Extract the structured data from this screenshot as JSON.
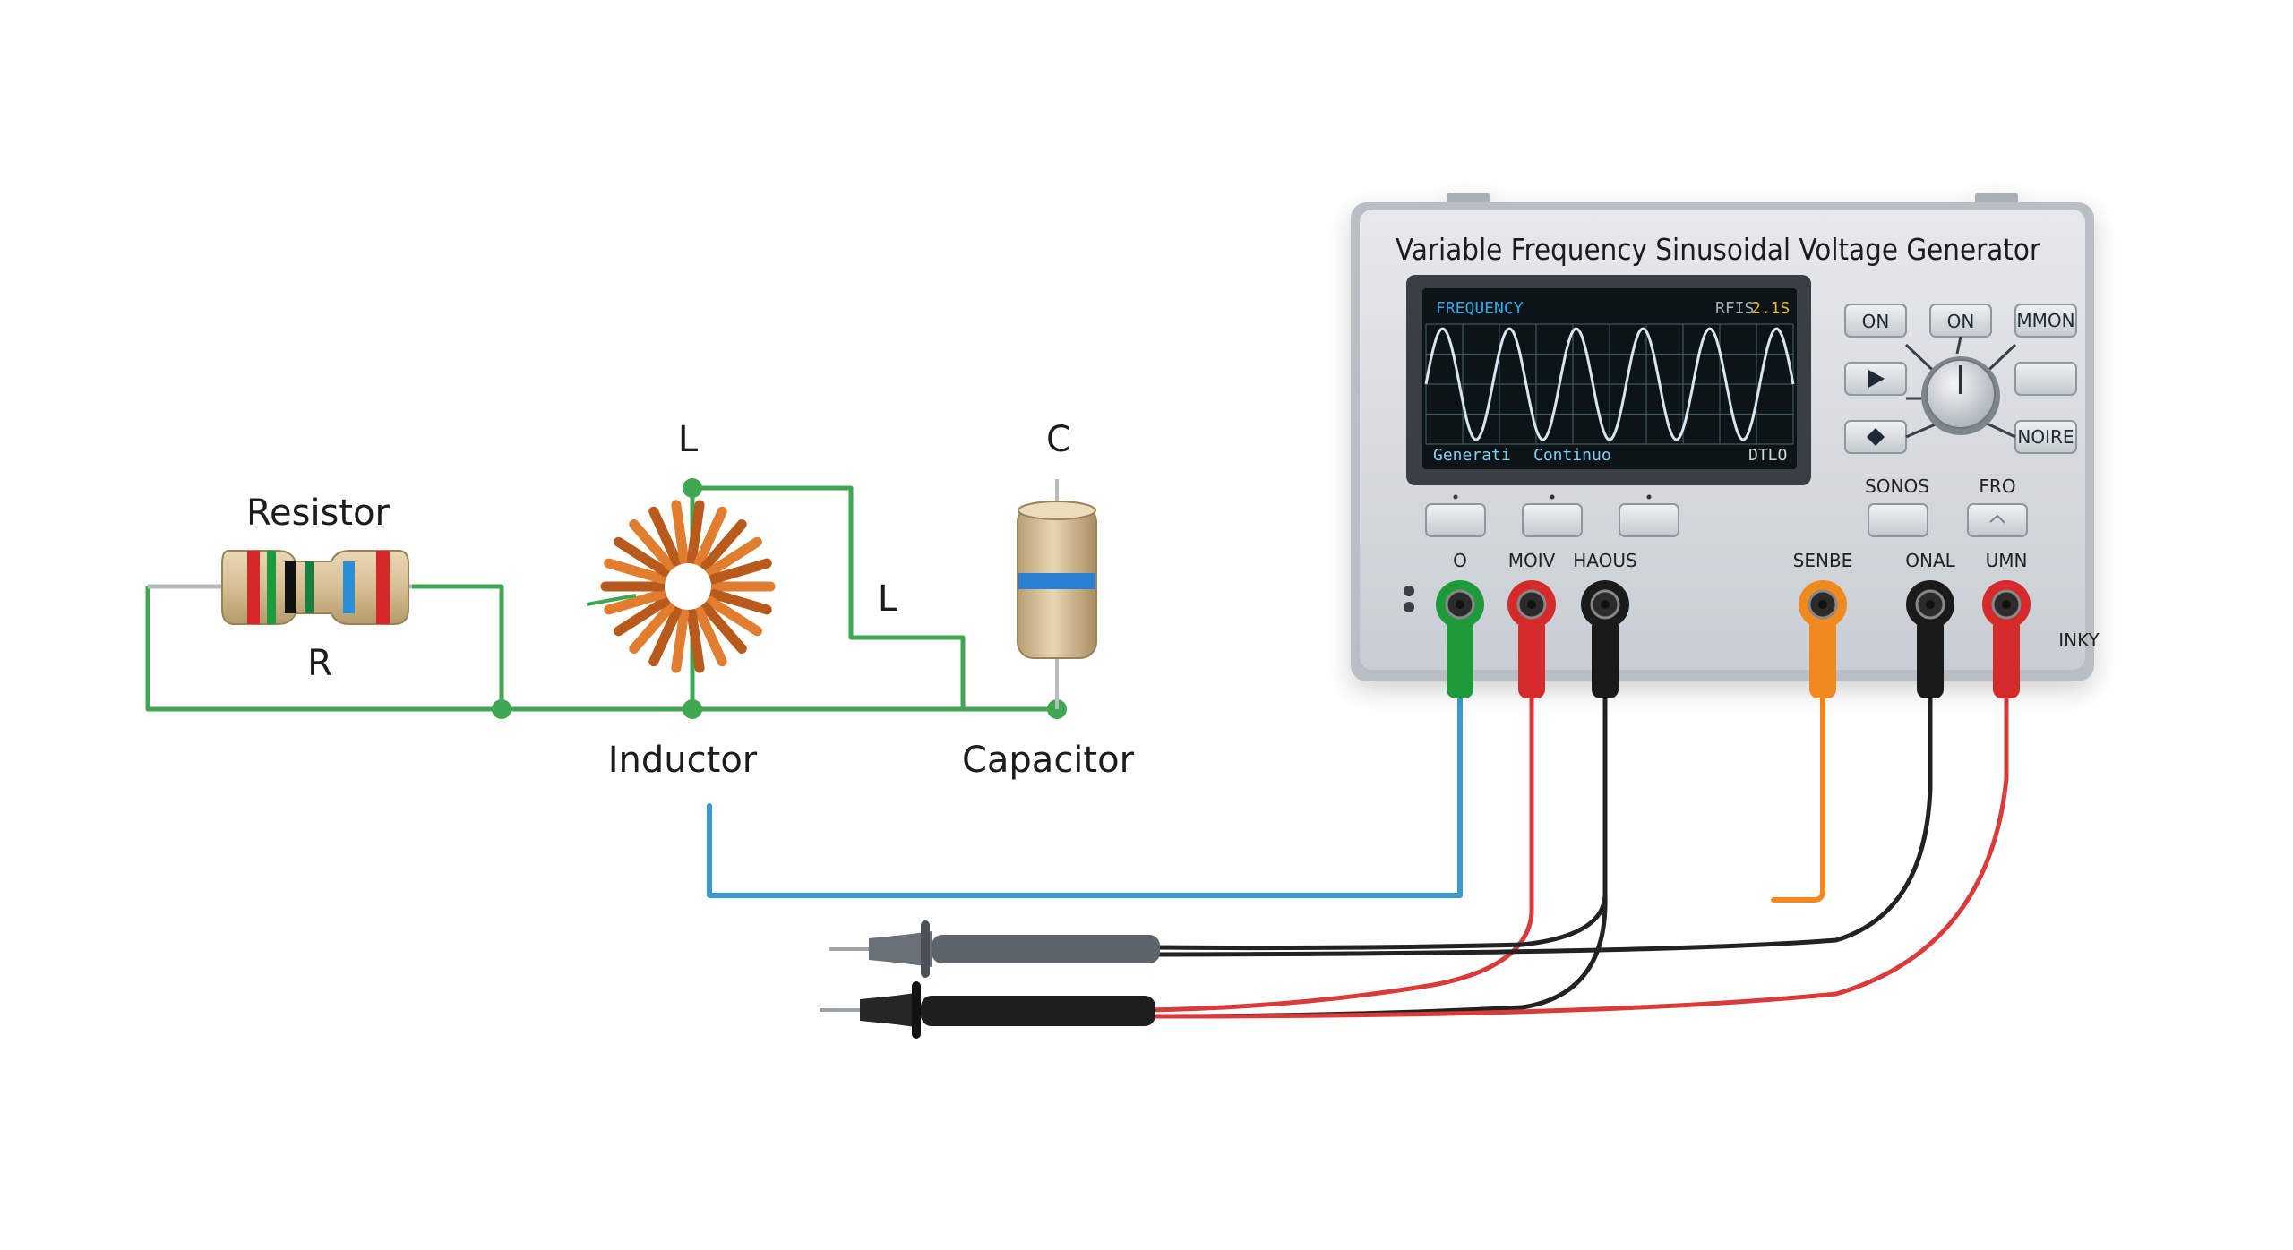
{
  "circuit": {
    "resistor_label": "Resistor",
    "resistor_symbol": "R",
    "inductor_symbol_top": "L",
    "inductor_symbol_mid": "L",
    "inductor_label": "Inductor",
    "capacitor_symbol": "C",
    "capacitor_label": "Capacitor"
  },
  "generator": {
    "title": "Variable Frequency Sinusoidal Voltage Generator",
    "screen": {
      "top_left": "FREQUENCY",
      "top_right_a": "RFIS",
      "top_right_b": "2.1S",
      "bottom_left": "Generati",
      "bottom_mid": "Continuo",
      "bottom_right": "DTLO"
    },
    "buttons": {
      "on_1": "ON",
      "on_2": "ON",
      "mmon": "MMON",
      "play_icon": "play-icon",
      "diamond_icon": "diamond-icon",
      "more": "NOIRE"
    },
    "small_labels": {
      "sonos": "SONOS",
      "fro": "FRO"
    },
    "jacks": [
      {
        "label": "O",
        "color": "#1f9a3a"
      },
      {
        "label": "MOIV",
        "color": "#d42a2a"
      },
      {
        "label": "HAOUS",
        "color": "#1a1a1a"
      },
      {
        "label": "SENBE",
        "color": "#f08a1e"
      },
      {
        "label": "ONAL",
        "color": "#1a1a1a"
      },
      {
        "label": "UMN",
        "color": "#d42a2a"
      }
    ],
    "corner_text": "INKY"
  },
  "colors": {
    "circuit_wire": "#3fa651",
    "blue_lead": "#3a9ad0",
    "red_lead": "#d93a3a",
    "orange_lead": "#f08a1e",
    "black_lead": "#222222",
    "panel": "#d9dde2",
    "screen_bg": "#0d1418",
    "wave": "#d8e6ef"
  }
}
